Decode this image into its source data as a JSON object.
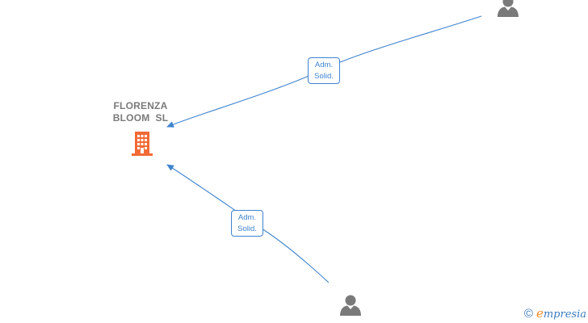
{
  "company": {
    "name_line1": "FLORENZA",
    "name_line2": "BLOOM  SL",
    "icon": "building-icon",
    "icon_color": "#f26a35"
  },
  "persons": [
    {
      "icon": "person-icon",
      "color": "#7a7a7a"
    },
    {
      "icon": "person-icon",
      "color": "#7a7a7a"
    }
  ],
  "relations": [
    {
      "line1": "Adm.",
      "line2": "Solid."
    },
    {
      "line1": "Adm.",
      "line2": "Solid."
    }
  ],
  "edge_color": "#3f84cf",
  "brand": {
    "copyright": "©",
    "e": "e",
    "rest": "mpresia"
  }
}
